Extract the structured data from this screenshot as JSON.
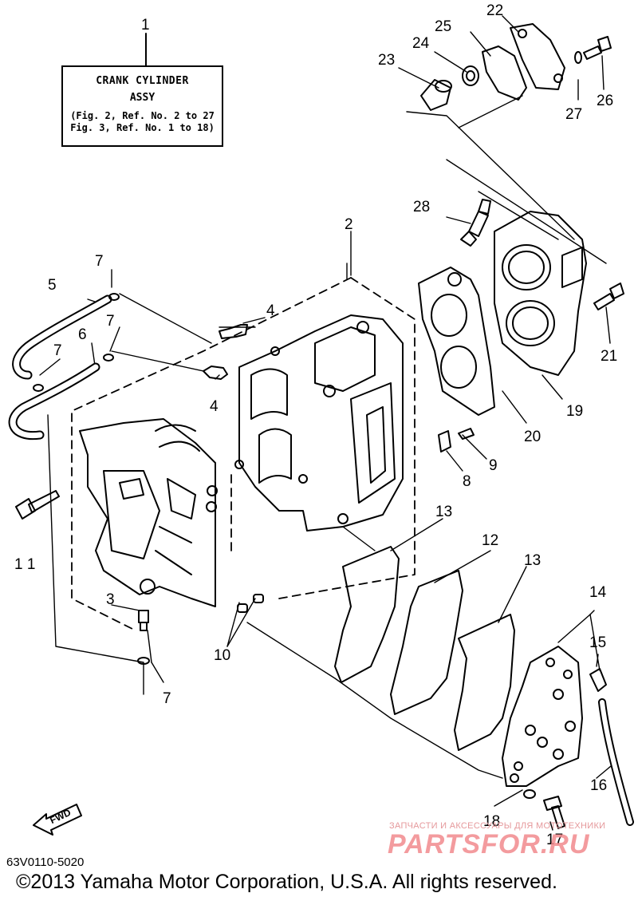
{
  "assembly_box": {
    "callout": "1",
    "title": "CRANK CYLINDER",
    "subtitle": "ASSY",
    "ref_line_1": "(Fig. 2, Ref. No. 2 to 27",
    "ref_line_2": "Fig. 3, Ref. No. 1 to 18)"
  },
  "callouts": {
    "c2": "2",
    "c3": "3",
    "c4a": "4",
    "c4b": "4",
    "c5": "5",
    "c6": "6",
    "c7a": "7",
    "c7b": "7",
    "c7c": "7",
    "c7d": "7",
    "c8": "8",
    "c9": "9",
    "c10": "10",
    "c11": "1 1",
    "c12": "12",
    "c13a": "13",
    "c13b": "13",
    "c14": "14",
    "c15": "15",
    "c16": "16",
    "c17": "17",
    "c18": "18",
    "c19": "19",
    "c20": "20",
    "c21": "21",
    "c22": "22",
    "c23": "23",
    "c24": "24",
    "c25": "25",
    "c26": "26",
    "c27": "27",
    "c28": "28"
  },
  "fwd_label": "FWD",
  "diagram_code": "63V0110-5020",
  "copyright": "©2013 Yamaha Motor Corporation, U.S.A. All rights reserved.",
  "watermark": {
    "tagline": "ЗАПЧАСТИ И АКСЕССУАРЫ ДЛЯ МОТОТЕХНИКИ",
    "site": "PARTSFOR.RU"
  }
}
